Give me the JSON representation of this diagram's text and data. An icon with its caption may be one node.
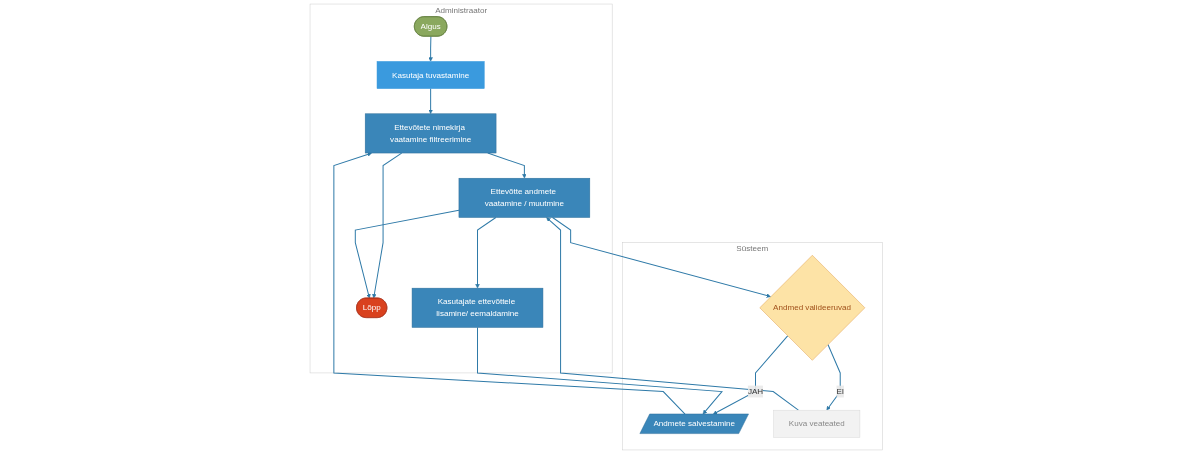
{
  "diagram": {
    "nodes": [
      {
        "text": [
          "Administraator"
        ]
      },
      {
        "text": [
          "Süsteem"
        ]
      },
      {
        "text": [
          "Algus"
        ],
        "in": 0
      },
      {
        "text": [
          "Kasutaja tuvastamine"
        ],
        "in": 0
      },
      {
        "text": [
          "Ettevõtete nimekirja vaatamine filtreerimine"
        ],
        "in": 0
      },
      {
        "text": [
          "Ettevõtte andmete vaatamine / muutmine"
        ],
        "in": 0
      },
      {
        "text": [
          "Kasutajate ettevõttele lisamine/ eemaldamine"
        ],
        "in": 0
      },
      {
        "text": [
          "Lõpp"
        ],
        "in": 0
      },
      {
        "text": [
          "Andmete salvestamine"
        ],
        "in": 1
      },
      {
        "text": [
          "Andmed valideeruvad"
        ],
        "in": 1
      },
      {
        "text": [
          "Kuva veateated"
        ],
        "in": 1
      }
    ],
    "edges": [
      {
        "from": 2,
        "to": 3,
        "arrow": "to"
      },
      {
        "from": 3,
        "to": 4,
        "arrow": "to"
      },
      {
        "from": 4,
        "to": 5,
        "arrow": "to"
      },
      {
        "from": 4,
        "to": 7,
        "arrow": "to"
      },
      {
        "from": 5,
        "to": 6,
        "arrow": "to"
      },
      {
        "from": 5,
        "to": 7,
        "arrow": "to"
      },
      {
        "from": 5,
        "to": 9,
        "arrow": "to"
      },
      {
        "from": 9,
        "to": 8,
        "label": "JAH",
        "arrow": "to"
      },
      {
        "from": 9,
        "to": 10,
        "label": "EI",
        "arrow": "to"
      },
      {
        "from": 10,
        "to": 5,
        "arrow": "to"
      },
      {
        "from": 8,
        "to": 4,
        "arrow": "to"
      },
      {
        "from": 6,
        "to": 8,
        "arrow": "to"
      }
    ]
  }
}
